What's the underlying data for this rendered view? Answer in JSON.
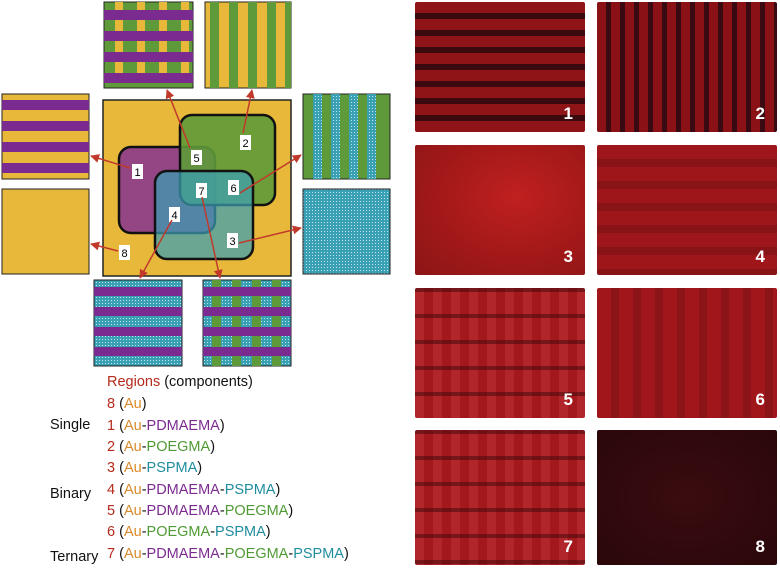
{
  "colors": {
    "au": "#e8b83a",
    "pdmaema": "#7b2a8f",
    "poegma": "#5e9a3a",
    "pspma": "#3aa0b4",
    "arrow": "#c0392b"
  },
  "region_numbers": [
    "1",
    "2",
    "3",
    "4",
    "5",
    "6",
    "7",
    "8"
  ],
  "legend": {
    "title_regions": "Regions",
    "title_components": " (components)",
    "categories": {
      "single": "Single",
      "binary": "Binary",
      "ternary": "Ternary"
    },
    "entries": [
      {
        "num": "8",
        "parts": [
          {
            "t": " (",
            "c": "blk"
          },
          {
            "t": "Au",
            "c": "au"
          },
          {
            "t": ")",
            "c": "blk"
          }
        ]
      },
      {
        "num": "1",
        "parts": [
          {
            "t": " (",
            "c": "blk"
          },
          {
            "t": "Au",
            "c": "au"
          },
          {
            "t": "-",
            "c": "blk"
          },
          {
            "t": "PDMAEMA",
            "c": "pd"
          },
          {
            "t": ")",
            "c": "blk"
          }
        ]
      },
      {
        "num": "2",
        "parts": [
          {
            "t": " (",
            "c": "blk"
          },
          {
            "t": "Au",
            "c": "au"
          },
          {
            "t": "-",
            "c": "blk"
          },
          {
            "t": "POEGMA",
            "c": "po"
          },
          {
            "t": ")",
            "c": "blk"
          }
        ]
      },
      {
        "num": "3",
        "parts": [
          {
            "t": " (",
            "c": "blk"
          },
          {
            "t": "Au",
            "c": "au"
          },
          {
            "t": "-",
            "c": "blk"
          },
          {
            "t": "PSPMA",
            "c": "ps"
          },
          {
            "t": ")",
            "c": "blk"
          }
        ]
      },
      {
        "num": "4",
        "parts": [
          {
            "t": " (",
            "c": "blk"
          },
          {
            "t": "Au",
            "c": "au"
          },
          {
            "t": "-",
            "c": "blk"
          },
          {
            "t": "PDMAEMA",
            "c": "pd"
          },
          {
            "t": "-",
            "c": "blk"
          },
          {
            "t": "PSPMA",
            "c": "ps"
          },
          {
            "t": ")",
            "c": "blk"
          }
        ]
      },
      {
        "num": "5",
        "parts": [
          {
            "t": " (",
            "c": "blk"
          },
          {
            "t": "Au",
            "c": "au"
          },
          {
            "t": "-",
            "c": "blk"
          },
          {
            "t": "PDMAEMA",
            "c": "pd"
          },
          {
            "t": "-",
            "c": "blk"
          },
          {
            "t": "POEGMA",
            "c": "po"
          },
          {
            "t": ")",
            "c": "blk"
          }
        ]
      },
      {
        "num": "6",
        "parts": [
          {
            "t": " (",
            "c": "blk"
          },
          {
            "t": "Au",
            "c": "au"
          },
          {
            "t": "-",
            "c": "blk"
          },
          {
            "t": "POEGMA",
            "c": "po"
          },
          {
            "t": "-",
            "c": "blk"
          },
          {
            "t": "PSPMA",
            "c": "ps"
          },
          {
            "t": ")",
            "c": "blk"
          }
        ]
      },
      {
        "num": "7",
        "parts": [
          {
            "t": " (",
            "c": "blk"
          },
          {
            "t": "Au",
            "c": "au"
          },
          {
            "t": "-",
            "c": "blk"
          },
          {
            "t": "PDMAEMA",
            "c": "pd"
          },
          {
            "t": "-",
            "c": "blk"
          },
          {
            "t": "POEGMA",
            "c": "po"
          },
          {
            "t": "-",
            "c": "blk"
          },
          {
            "t": "PSPMA",
            "c": "ps"
          },
          {
            "t": ")",
            "c": "blk"
          }
        ]
      }
    ]
  },
  "photos": [
    {
      "label": "1",
      "pattern": "horizontal stripes"
    },
    {
      "label": "2",
      "pattern": "vertical stripes"
    },
    {
      "label": "3",
      "pattern": "uniform"
    },
    {
      "label": "4",
      "pattern": "faint horizontal stripes"
    },
    {
      "label": "5",
      "pattern": "grid"
    },
    {
      "label": "6",
      "pattern": "faint vertical stripes"
    },
    {
      "label": "7",
      "pattern": "grid"
    },
    {
      "label": "8",
      "pattern": "dark"
    }
  ]
}
